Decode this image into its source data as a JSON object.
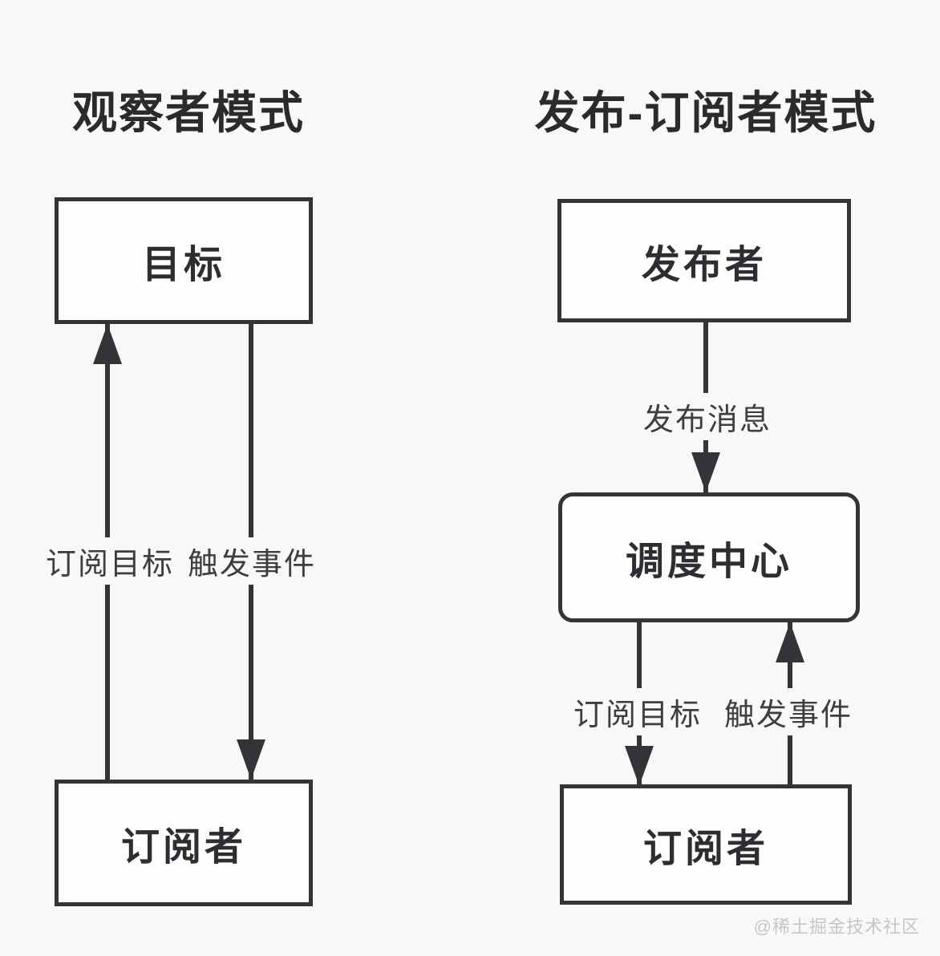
{
  "colors": {
    "background": "#f8f8f8",
    "line": "#343438",
    "box_fill": "#fdfdfd",
    "title_text": "#2b2b2e",
    "watermark_text": "#c6c6c6"
  },
  "observer": {
    "title": "观察者模式",
    "target_box": "目标",
    "subscriber_box": "订阅者",
    "subscribe_label": "订阅目标",
    "trigger_label": "触发事件"
  },
  "pubsub": {
    "title": "发布-订阅者模式",
    "publisher_box": "发布者",
    "publish_label": "发布消息",
    "center_box": "调度中心",
    "subscribe_label": "订阅目标",
    "trigger_label": "触发事件",
    "subscriber_box": "订阅者"
  },
  "watermark": "@稀土掘金技术社区"
}
